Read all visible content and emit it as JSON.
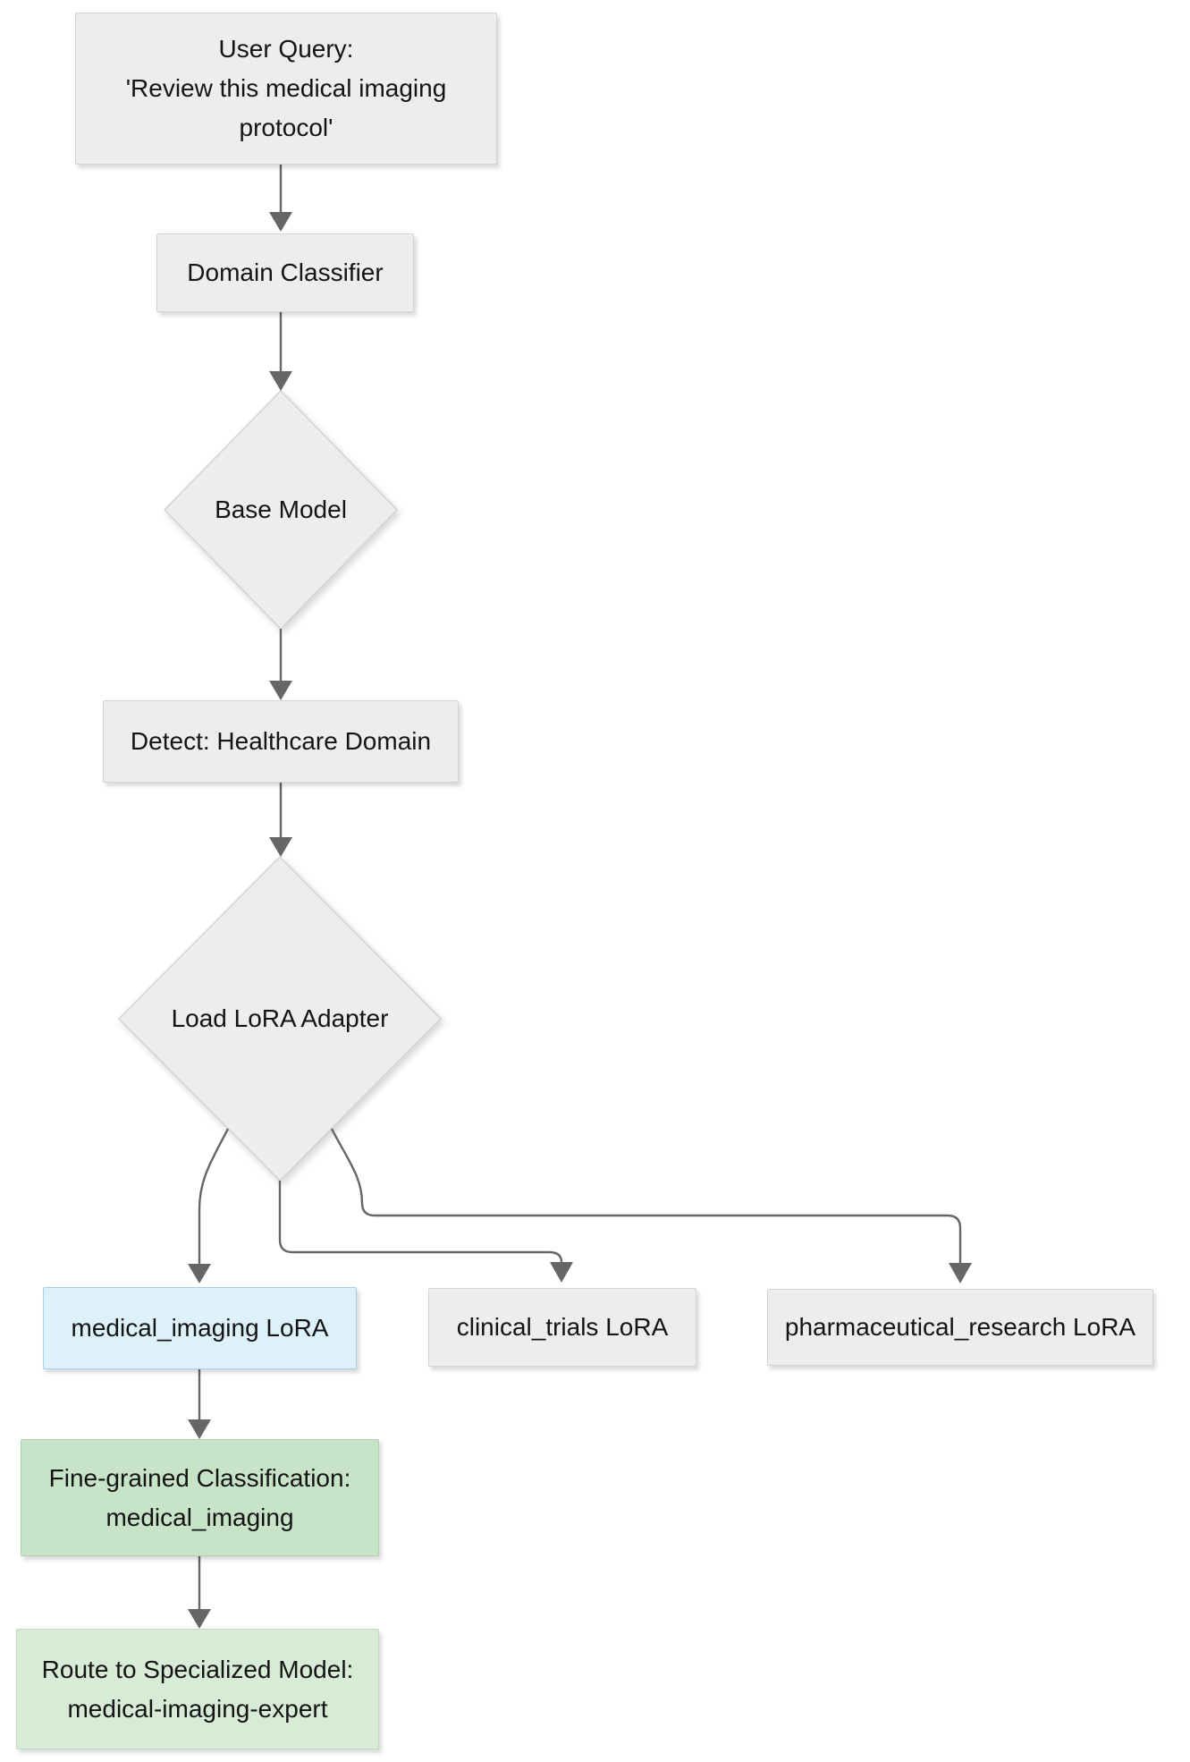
{
  "diagram": {
    "type": "flowchart",
    "direction": "top-down",
    "nodes": {
      "user_query": {
        "shape": "rectangle",
        "lines": [
          "User Query:",
          "'Review this medical imaging",
          "protocol'"
        ],
        "fill": "#ededed"
      },
      "domain_classifier": {
        "shape": "rectangle",
        "label": "Domain Classifier",
        "fill": "#ededed"
      },
      "base_model": {
        "shape": "diamond",
        "label": "Base Model",
        "fill": "#ededed"
      },
      "detect_healthcare": {
        "shape": "rectangle",
        "label": "Detect: Healthcare Domain",
        "fill": "#ededed"
      },
      "load_lora_adapter": {
        "shape": "diamond",
        "label": "Load LoRA Adapter",
        "fill": "#ededed"
      },
      "medical_imaging_lora": {
        "shape": "rectangle",
        "label": "medical_imaging LoRA",
        "fill": "#ddf1fb"
      },
      "clinical_trials_lora": {
        "shape": "rectangle",
        "label": "clinical_trials LoRA",
        "fill": "#ededed"
      },
      "pharmaceutical_research_lora": {
        "shape": "rectangle",
        "label": "pharmaceutical_research LoRA",
        "fill": "#ededed"
      },
      "fine_grained_classification": {
        "shape": "rectangle",
        "lines": [
          "Fine-grained Classification:",
          "medical_imaging"
        ],
        "fill": "#c7e4c8"
      },
      "route_specialized": {
        "shape": "rectangle",
        "lines": [
          "Route to Specialized Model:",
          "medical-imaging-expert"
        ],
        "fill": "#d8ebd7"
      }
    },
    "edges": [
      {
        "from": "user_query",
        "to": "domain_classifier"
      },
      {
        "from": "domain_classifier",
        "to": "base_model"
      },
      {
        "from": "base_model",
        "to": "detect_healthcare"
      },
      {
        "from": "detect_healthcare",
        "to": "load_lora_adapter"
      },
      {
        "from": "load_lora_adapter",
        "to": "medical_imaging_lora"
      },
      {
        "from": "load_lora_adapter",
        "to": "clinical_trials_lora"
      },
      {
        "from": "load_lora_adapter",
        "to": "pharmaceutical_research_lora"
      },
      {
        "from": "medical_imaging_lora",
        "to": "fine_grained_classification"
      },
      {
        "from": "fine_grained_classification",
        "to": "route_specialized"
      }
    ],
    "colors": {
      "background": "#ffffff",
      "edge": "#666666",
      "text": "#141414",
      "node_gray": "#ededed",
      "node_blue": "#ddf1fb",
      "node_green_dark": "#c7e4c8",
      "node_green_light": "#d8ebd7"
    }
  }
}
